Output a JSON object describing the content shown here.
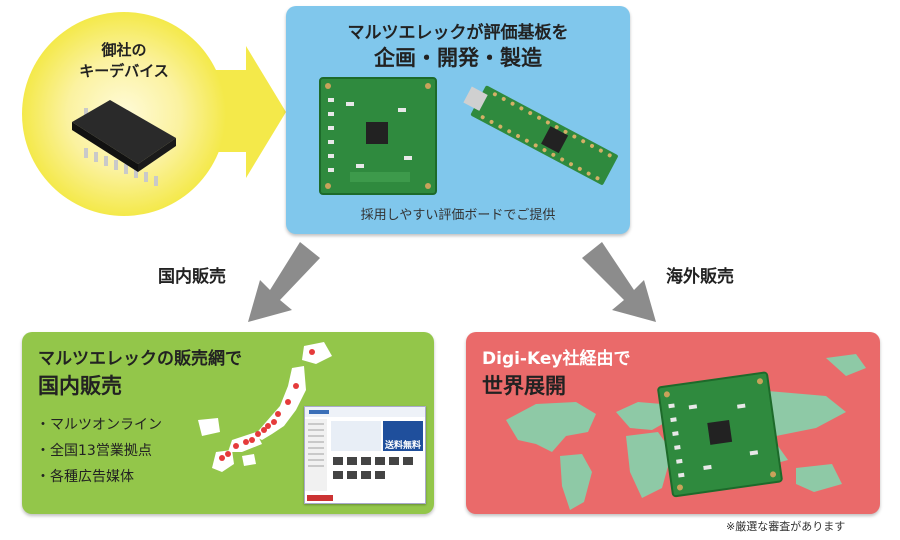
{
  "key_device": {
    "line1": "御社の",
    "line2": "キーデバイス"
  },
  "top_panel": {
    "line1": "マルツエレックが評価基板を",
    "line2": "企画・開発・製造",
    "caption": "採用しやすい評価ボードでご提供"
  },
  "flows": {
    "domestic": "国内販売",
    "overseas": "海外販売"
  },
  "domestic_panel": {
    "line1": "マルツエレックの販売網で",
    "line2": "国内販売",
    "bullets": [
      "・マルツオンライン",
      "・全国13営業拠点",
      "・各種広告媒体"
    ],
    "site_banner": "送料無料"
  },
  "overseas_panel": {
    "line1": "Digi-Key社経由で",
    "line2": "世界展開"
  },
  "footnote": "※厳選な審査があります",
  "colors": {
    "blue_panel": "#80c7ec",
    "green_panel": "#93c64a",
    "red_panel": "#ea6a6a",
    "circle": "#f4e94a",
    "arrow_grey": "#8c8c8c",
    "pcb_green": "#2f8a3e"
  }
}
